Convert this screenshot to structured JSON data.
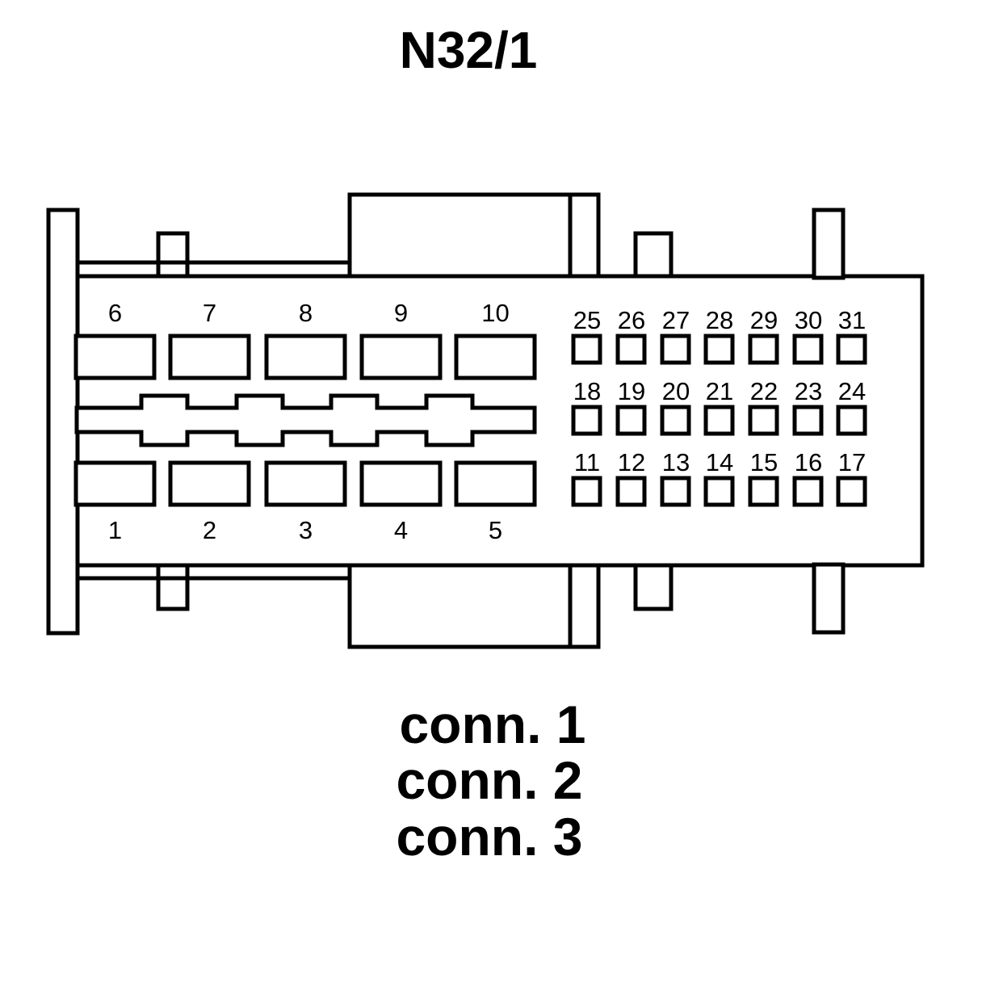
{
  "title": "N32/1",
  "large_pins": {
    "top": [
      "6",
      "7",
      "8",
      "9",
      "10"
    ],
    "bottom": [
      "1",
      "2",
      "3",
      "4",
      "5"
    ]
  },
  "small_pins": {
    "row1": [
      "25",
      "26",
      "27",
      "28",
      "29",
      "30",
      "31"
    ],
    "row2": [
      "18",
      "19",
      "20",
      "21",
      "22",
      "23",
      "24"
    ],
    "row3": [
      "11",
      "12",
      "13",
      "14",
      "15",
      "16",
      "17"
    ]
  },
  "connector_labels": [
    "conn. 1",
    "conn. 2",
    "conn. 3"
  ]
}
